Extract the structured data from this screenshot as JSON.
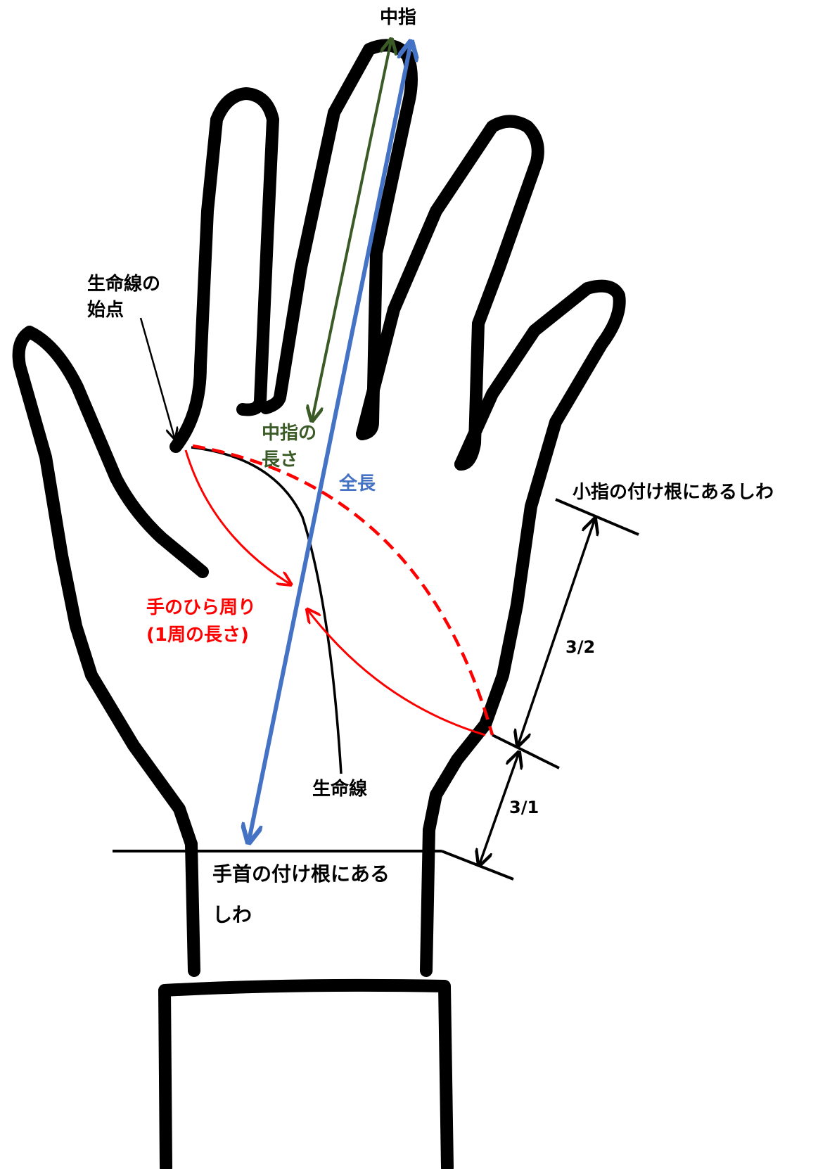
{
  "labels": {
    "middle_finger": "中指",
    "lifeline_start_line1": "生命線の",
    "lifeline_start_line2": "始点",
    "middle_length_line1": "中指の",
    "middle_length_line2": "長さ",
    "total_length": "全長",
    "pinky_crease": "小指の付け根にあるしわ",
    "palm_circumference_line1": "手のひら周り",
    "palm_circumference_line2": "(1周の長さ)",
    "ratio_upper": "3/2",
    "ratio_lower": "3/1",
    "lifeline": "生命線",
    "wrist_crease_line1": "手首の付け根にある",
    "wrist_crease_line2": "しわ"
  },
  "colors": {
    "outline": "#000000",
    "middle_length": "#3a5a26",
    "total_length": "#4472c4",
    "palm_circumference": "#ff0000",
    "text": "#000000"
  }
}
